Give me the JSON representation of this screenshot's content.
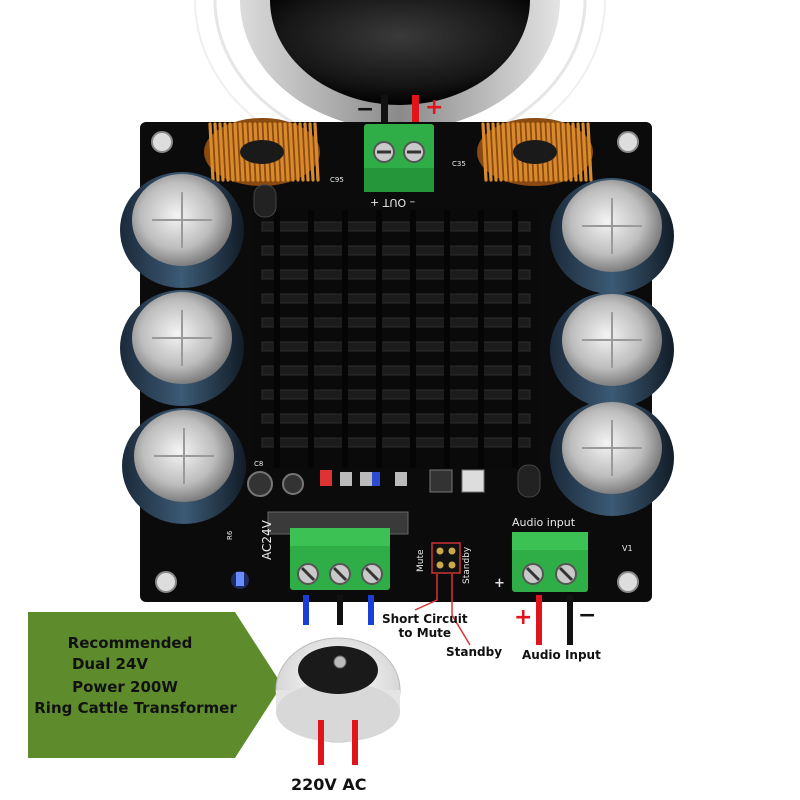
{
  "speaker": {
    "minus_sign": "−",
    "plus_sign": "+"
  },
  "board": {
    "out_label": "– OUT +",
    "audio_input_header": "Audio input",
    "ac_label": "AC24V",
    "mute_label": "Mute",
    "standby_label": "Standby",
    "c95_label": "C95",
    "c35_label": "C35",
    "v1_label": "V1",
    "r6_label": "R6",
    "c8_label": "C8"
  },
  "callouts": {
    "short_circuit": "Short Circuit\nto Mute",
    "standby": "Standby",
    "audio_input": "Audio Input",
    "audio_plus": "+",
    "audio_minus": "−"
  },
  "promo": {
    "line1": "Recommended",
    "line2": "Dual 24V",
    "line3": "Power 200W",
    "line4": "Ring Cattle Transformer"
  },
  "transformer": {
    "label": "220V AC"
  },
  "colors": {
    "pcb": "#0b0b0b",
    "terminal_green": "#2fae47",
    "promo_green": "#5e8c2c",
    "wire_red": "#e0141c",
    "wire_blue": "#1a3fd6",
    "heatsink": "#111111",
    "copper": "#c9791f"
  }
}
